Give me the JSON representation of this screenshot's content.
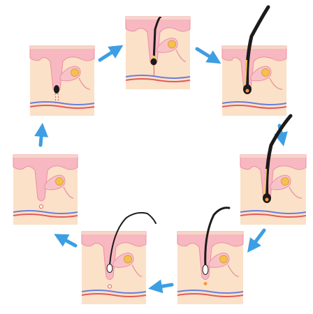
{
  "colors": {
    "background": "#ffffff",
    "skin": "#fbe1c8",
    "epidermis": "#f7b8c1",
    "epidermis_edge": "#ee8fa3",
    "hair": "#1d1a1a",
    "gland": "#f6c04c",
    "vein": "#6a7fd8",
    "artery": "#e35a5a",
    "arrow": "#3d9ee3",
    "papilla": "#f59a3f",
    "root_highlight": "#f4d05a"
  },
  "stages": [
    {
      "id": "stage-1",
      "stage": 1
    },
    {
      "id": "stage-2",
      "stage": 2
    },
    {
      "id": "stage-3",
      "stage": 3
    },
    {
      "id": "stage-4",
      "stage": 4
    },
    {
      "id": "stage-5",
      "stage": 5
    },
    {
      "id": "stage-6",
      "stage": 6
    },
    {
      "id": "stage-7",
      "stage": 7
    },
    {
      "id": "stage-8",
      "stage": 8
    }
  ],
  "arrows": [
    {
      "id": "arrow-1-2",
      "icon": "arrow-right-up-icon"
    },
    {
      "id": "arrow-2-3",
      "icon": "arrow-right-down-icon"
    },
    {
      "id": "arrow-3-4",
      "icon": "arrow-down-icon"
    },
    {
      "id": "arrow-4-5",
      "icon": "arrow-down-left-icon"
    },
    {
      "id": "arrow-5-6",
      "icon": "arrow-left-icon"
    },
    {
      "id": "arrow-6-7",
      "icon": "arrow-up-left-icon"
    },
    {
      "id": "arrow-7-8",
      "icon": "arrow-up-icon"
    }
  ]
}
